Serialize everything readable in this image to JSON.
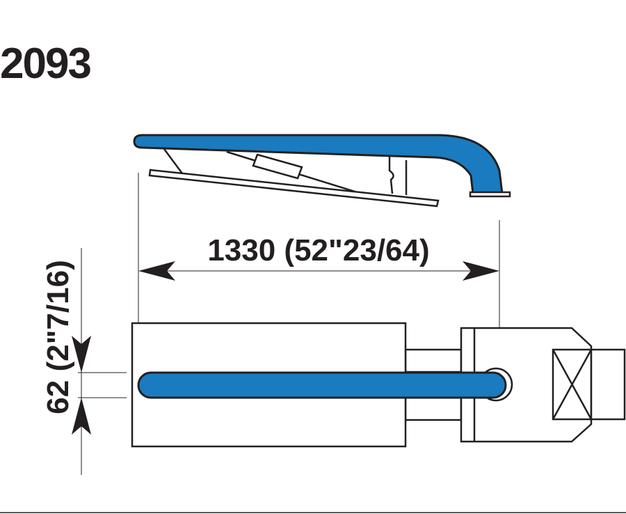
{
  "title": "2093",
  "dimensions": {
    "length_label": "1330 (52\"23/64)",
    "width_label": "62 (2\"7/16)"
  },
  "colors": {
    "accent": "#1a7bc0",
    "stroke": "#231f20",
    "background": "#ffffff"
  }
}
